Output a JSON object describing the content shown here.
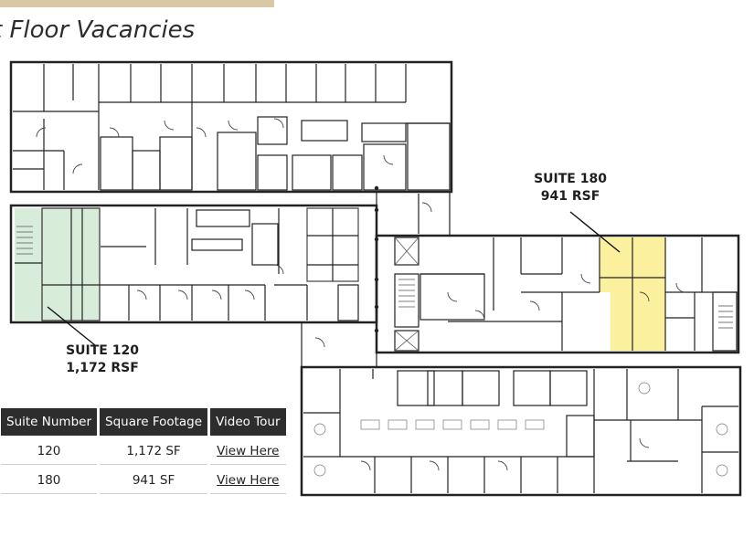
{
  "page": {
    "title": "t Floor Vacancies",
    "accent_color": "#d8c9a4"
  },
  "suites": {
    "suite_120": {
      "name": "SUITE 120",
      "area": "1,172 RSF",
      "highlight_color": "#d7ecd9"
    },
    "suite_180": {
      "name": "SUITE 180",
      "area": "941 RSF",
      "highlight_color": "#fbf09e"
    }
  },
  "table": {
    "header_color": "#2d2d2d",
    "headers": [
      "Suite Number",
      "Square Footage",
      "Video Tour"
    ],
    "rows": [
      {
        "suite": "120",
        "footage": "1,172 SF",
        "tour": "View Here"
      },
      {
        "suite": "180",
        "footage": "941 SF",
        "tour": "View Here"
      }
    ]
  }
}
